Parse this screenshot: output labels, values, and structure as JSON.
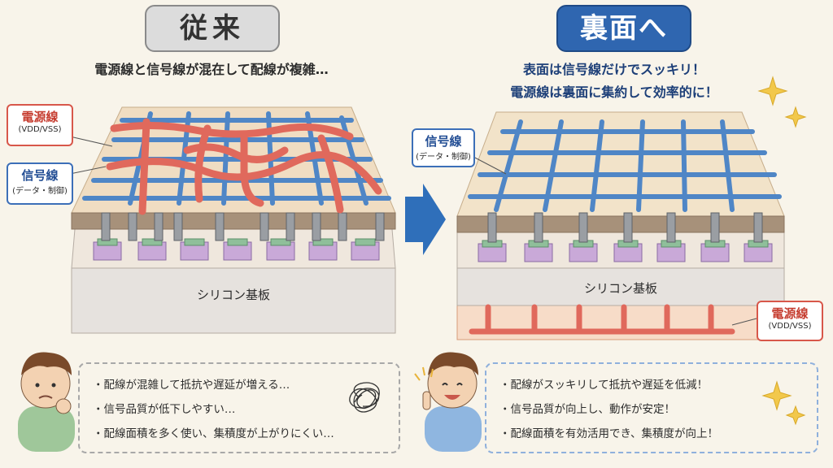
{
  "left": {
    "tag": "従来",
    "subtitle": "電源線と信号線が混在して配線が複雑…",
    "power_label": {
      "title": "電源線",
      "sub": "(VDD/VSS)"
    },
    "signal_label": {
      "title": "信号線",
      "sub": "(データ・制御)"
    },
    "substrate": "シリコン基板",
    "bullets": [
      "・配線が混雑して抵抗や遅延が増える…",
      "・信号品質が低下しやすい…",
      "・配線面積を多く使い、集積度が上がりにくい…"
    ]
  },
  "right": {
    "tag": "裏面へ",
    "subtitle_lines": [
      "表面は信号線だけでスッキリ！",
      "電源線は裏面に集約して効率的に！"
    ],
    "signal_label": {
      "title": "信号線",
      "sub": "(データ・制御)"
    },
    "power_label": {
      "title": "電源線",
      "sub": "(VDD/VSS)"
    },
    "substrate": "シリコン基板",
    "bullets": [
      "・配線がスッキリして抵抗や遅延を低減！",
      "・信号品質が向上し、動作が安定！",
      "・配線面積を有効活用でき、集積度が向上！"
    ]
  },
  "colors": {
    "power": "#e0695c",
    "signal": "#4f86c6",
    "arrow": "#2f6fba",
    "board": "#f1e2c9"
  }
}
